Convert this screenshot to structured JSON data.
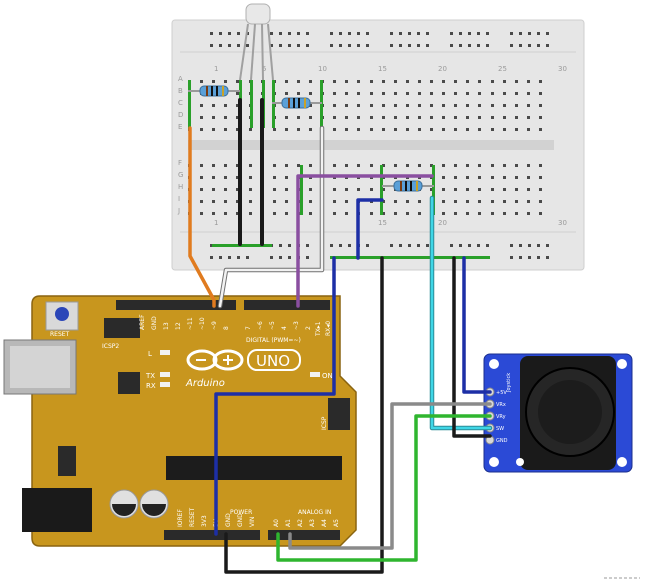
{
  "breadcrumb_text": "",
  "breadboard": {
    "column_numbers": [
      "1",
      "5",
      "10",
      "15",
      "20",
      "25",
      "30"
    ],
    "row_letters": [
      "A",
      "B",
      "C",
      "D",
      "E",
      "F",
      "G",
      "H",
      "I",
      "J"
    ]
  },
  "arduino": {
    "reset_label": "RESET",
    "icsp2_label": "ICSP2",
    "l_label": "L",
    "tx_label": "TX",
    "rx_label": "RX",
    "brand": "Arduino",
    "model": "UNO",
    "on_label": "ON",
    "icsp_label": "ICSP",
    "digital_label": "DIGITAL (PWM=~)",
    "power_label": "POWER",
    "analog_label": "ANALOG IN",
    "digital_pins": [
      "AREF",
      "GND",
      "13",
      "12",
      "~11",
      "~10",
      "~9",
      "8",
      "7",
      "~6",
      "~5",
      "4",
      "~3",
      "2",
      "TX▸1",
      "RX◂0"
    ],
    "power_pins": [
      "IOREF",
      "RESET",
      "3V3",
      "5V",
      "GND",
      "GND",
      "VIN"
    ],
    "analog_pins": [
      "A0",
      "A1",
      "A2",
      "A3",
      "A4",
      "A5"
    ]
  },
  "joystick": {
    "title": "Joystick",
    "pins": [
      "+5V",
      "VRx",
      "VRy",
      "SW",
      "GND"
    ]
  },
  "colors": {
    "arduino_board": "#c8961e",
    "breadboard": "#e6e6e6",
    "joystick_board": "#2b4ad6",
    "wire_orange": "#e07b1f",
    "wire_black": "#1a1a1a",
    "wire_white": "#f2f2f2",
    "wire_purple": "#8a4fa0",
    "wire_blue": "#1d2fa6",
    "wire_cyan": "#3fd6e6",
    "wire_grey": "#8a8a8a",
    "wire_green": "#2fb52f"
  }
}
